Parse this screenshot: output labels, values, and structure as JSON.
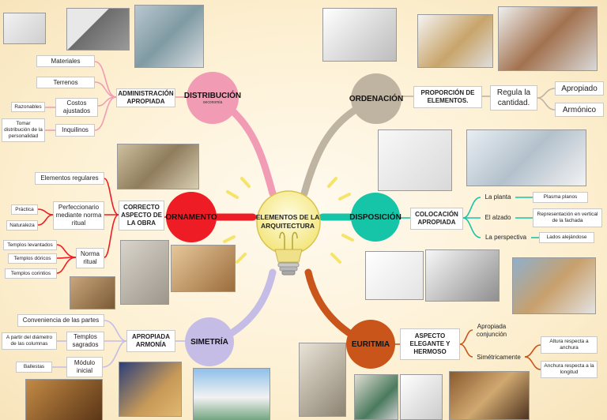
{
  "center": {
    "title": "ELEMENTOS DE LA ARQUITECTURA"
  },
  "nodes": {
    "distribucion": {
      "label": "DISTRIBUCIÓN",
      "sub": "oeconomia",
      "color": "#f19bb4"
    },
    "ordenacion": {
      "label": "ORDENACIÓN",
      "color": "#bfb3a2"
    },
    "ornamento": {
      "label": "ORNAMENTO",
      "color": "#ee1c24"
    },
    "disposicion": {
      "label": "DISPOSICIÓN",
      "color": "#16c5a8"
    },
    "simetria": {
      "label": "SIMETRÍA",
      "color": "#c5bde6"
    },
    "euritmia": {
      "label": "EURITMIA",
      "color": "#c9551a"
    }
  },
  "distribucion": {
    "main": "ADMINISTRACIÓN APROPIADA",
    "items": [
      "Materiales",
      "Terrenos",
      "Costos ajustados",
      "Inquilinos"
    ],
    "costos_sub": "Razonables",
    "inquilinos_sub": "Tomar distribución de la personalidad"
  },
  "ordenacion": {
    "main": "PROPORCIÓN DE ELEMENTOS.",
    "mid": "Regula la cantidad.",
    "items": [
      "Apropiado",
      "Armónico"
    ]
  },
  "ornamento": {
    "main": "CORRECTO ASPECTO DE LA OBRA",
    "items": [
      "Elementos regulares",
      "Perfeccionario mediante norma ritual",
      "Norma ritual"
    ],
    "perfeccionario_sub": [
      "Práctica",
      "Naturaleza"
    ],
    "norma_sub": [
      "Templos levantados",
      "Templos dóricos",
      "Templos corintios"
    ]
  },
  "disposicion": {
    "main": "COLOCACIÓN APROPIADA",
    "items": [
      "La planta",
      "El alzado",
      "La perspectiva"
    ],
    "subs": [
      "Plasma planos",
      "Representación en vertical de la fachada",
      "Lados alejándose"
    ]
  },
  "simetria": {
    "main": "APROPIADA ARMONÍA",
    "items": [
      "Conveniencia de las partes",
      "Templos sagrados",
      "Módulo inicial"
    ],
    "templos_sub": "A partir del diámetro de las columnas",
    "modulo_sub": "Ballestas"
  },
  "euritmia": {
    "main": "ASPECTO ELEGANTE Y HERMOSO",
    "items": [
      "Apropiada conjunción",
      "Simétricamente"
    ],
    "simetricamente_sub": [
      "Altura respecta a anchura",
      "Anchura respecta a la longitud"
    ]
  }
}
